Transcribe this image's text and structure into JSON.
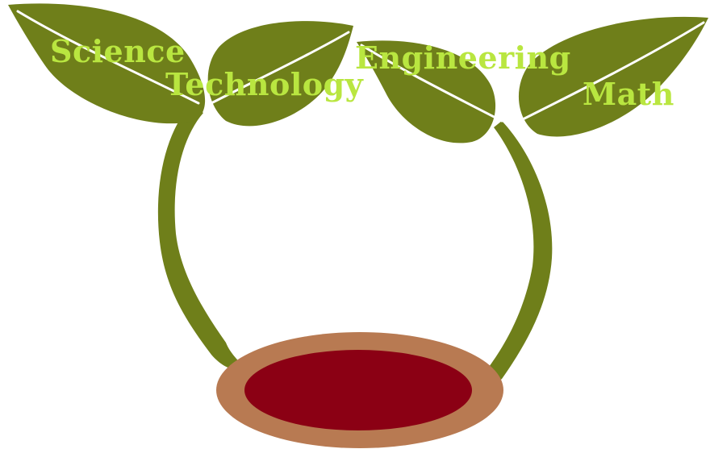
{
  "colors": {
    "leaf": "#6f7f1a",
    "vein": "#ffffff",
    "stem": "#6f7f1a",
    "label": "#b9e640",
    "pot_rim": "#b87a52",
    "pot_soil": "#8b0014",
    "background": "#ffffff"
  },
  "labels": {
    "science": "Science",
    "technology": "Technology",
    "engineering": "Engineering",
    "math": "Math"
  }
}
